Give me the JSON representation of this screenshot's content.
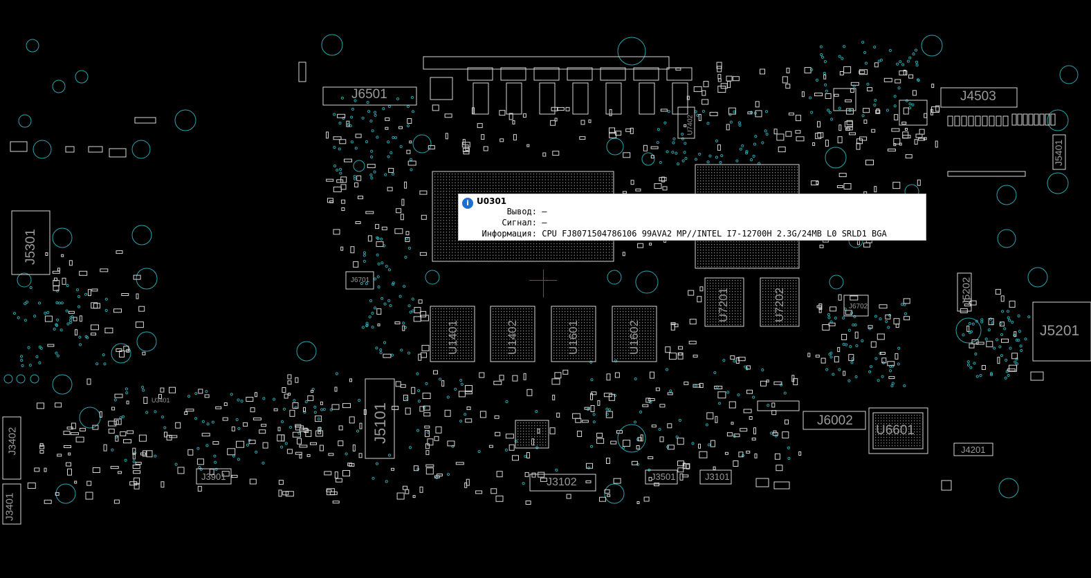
{
  "board": {
    "background": "#000000",
    "outline_color": "#d8d8d8",
    "via_color": "#2aa7b0",
    "label_color": "#9a9a9a"
  },
  "labels": [
    {
      "id": "J6501",
      "text": "J6501"
    },
    {
      "id": "J4503",
      "text": "J4503"
    },
    {
      "id": "J5301",
      "text": "J5301"
    },
    {
      "id": "J5101",
      "text": "J5101"
    },
    {
      "id": "J5201",
      "text": "J5201"
    },
    {
      "id": "J5202",
      "text": "J5202"
    },
    {
      "id": "J5401",
      "text": "J5401"
    },
    {
      "id": "J6002",
      "text": "J6002"
    },
    {
      "id": "U6601",
      "text": "U6601"
    },
    {
      "id": "J4201",
      "text": "J4201"
    },
    {
      "id": "J3102",
      "text": "J3102"
    },
    {
      "id": "J3101",
      "text": "J3101"
    },
    {
      "id": "J3501",
      "text": "J3501"
    },
    {
      "id": "J3901",
      "text": "J3901"
    },
    {
      "id": "J3402",
      "text": "J3402"
    },
    {
      "id": "J3401",
      "text": "J3401"
    },
    {
      "id": "U7201",
      "text": "U7201"
    },
    {
      "id": "U7202",
      "text": "U7202"
    },
    {
      "id": "U1401",
      "text": "U1401"
    },
    {
      "id": "U1402",
      "text": "U1402"
    },
    {
      "id": "U1601",
      "text": "U1601"
    },
    {
      "id": "U1602",
      "text": "U1602"
    },
    {
      "id": "J6701",
      "text": "J6701"
    },
    {
      "id": "J6702",
      "text": "J6702"
    },
    {
      "id": "U3401",
      "text": "U3401"
    },
    {
      "id": "U7402",
      "text": "U7402"
    }
  ],
  "tooltip": {
    "icon": "info-icon",
    "icon_color": "#1f6fd0",
    "title": "U0301",
    "rows": [
      {
        "key": "Вывод:",
        "value": "—"
      },
      {
        "key": "Сигнал:",
        "value": "—"
      },
      {
        "key": "Информация:",
        "value": "CPU FJ8071504786106 99AVA2 MP//INTEL I7-12700H 2.3G/24MB L0 SRLD1 BGA"
      }
    ]
  }
}
